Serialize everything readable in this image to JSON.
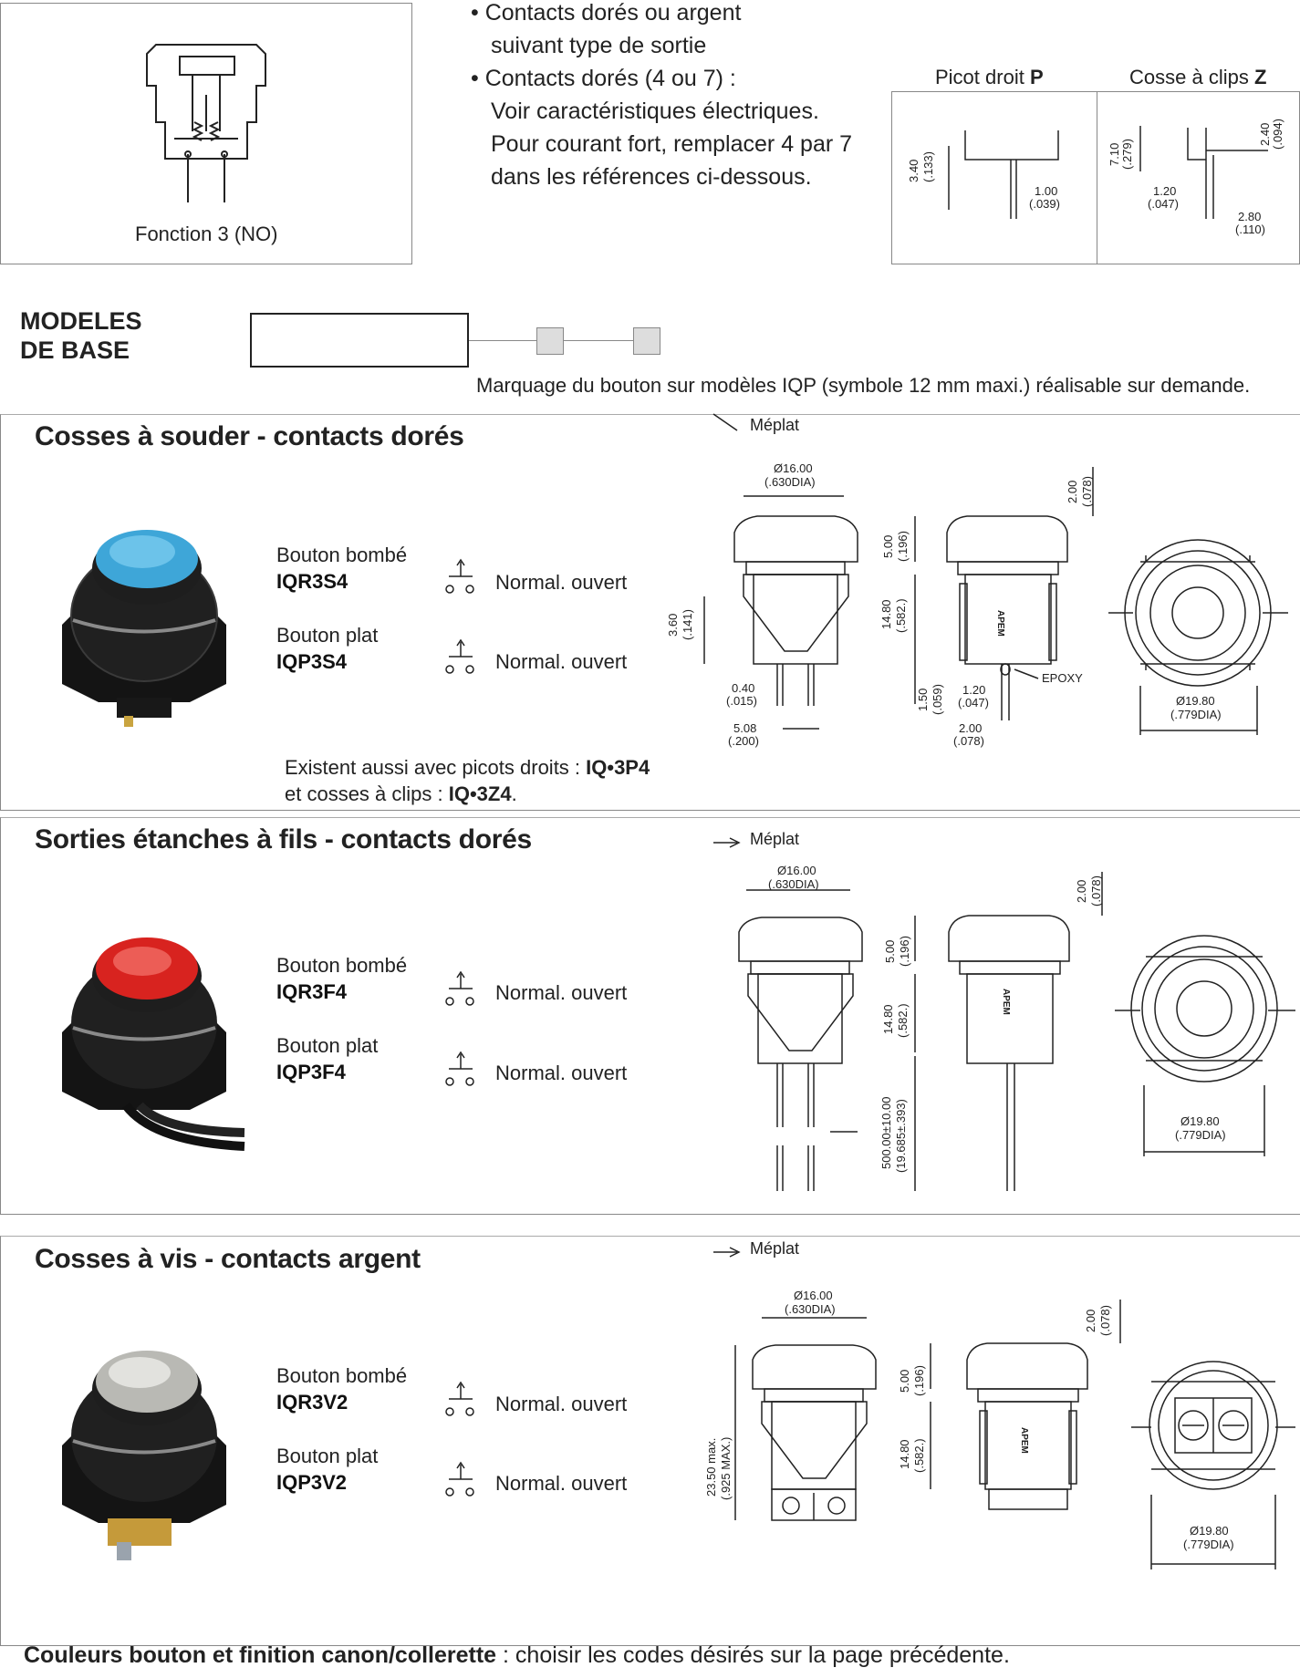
{
  "header": {
    "function_label": "Fonction 3 (NO)",
    "bullets": [
      "• Contacts dorés ou argent",
      "suivant type de sortie",
      "• Contacts dorés (4 ou 7) :",
      "Voir caractéristiques électriques.",
      "Pour courant fort, remplacer 4 par 7",
      "dans les références ci-dessous."
    ],
    "terminal_p_label": "Picot droit",
    "terminal_p_code": "P",
    "terminal_z_label": "Cosse à clips",
    "terminal_z_code": "Z",
    "p_dims": [
      "3.40",
      "(.133)",
      "1.00",
      "(.039)"
    ],
    "z_dims": [
      "7.10",
      "(.279)",
      "2.40",
      "(.094)",
      "1.20",
      "(.047)",
      "2.80",
      "(.110)"
    ]
  },
  "modeles": {
    "title_line1": "MODELES",
    "title_line2": "DE BASE",
    "marking_note": "Marquage du bouton sur modèles IQP (symbole 12 mm maxi.) réalisable sur demande."
  },
  "common": {
    "meplat": "Méplat",
    "dia_top": "Ø16.00",
    "dia_top_in": "(.630DIA)",
    "dia_bottom": "Ø19.80",
    "dia_bottom_in": "(.779DIA)",
    "h_2": "2.00",
    "h_2_in": "(.078)",
    "h_5": "5.00",
    "h_5_in": "(.196)",
    "h_14": "14.80",
    "h_14_in": "(.582.)",
    "brand": "APEM",
    "normally_open": "Normal. ouvert",
    "domed": "Bouton bombé",
    "flat": "Bouton plat"
  },
  "sections": [
    {
      "title": "Cosses à souder - contacts dorés",
      "domed_ref": "IQR3S4",
      "flat_ref": "IQP3S4",
      "cap_color": "#3ea6d8",
      "dims": {
        "d360": "3.60",
        "d360_in": "(.141)",
        "d040": "0.40",
        "d040_in": "(.015)",
        "d508": "5.08",
        "d508_in": "(.200)",
        "d150": "1.50",
        "d150_in": "(.059)",
        "d120": "1.20",
        "d120_in": "(.047)",
        "d200b": "2.00",
        "d200b_in": "(.078)",
        "epoxy": "EPOXY"
      },
      "note_line1_a": "Existent aussi avec picots droits  : ",
      "note_line1_b": "IQ•3P4",
      "note_line2_a": "et cosses à clips : ",
      "note_line2_b": "IQ•3Z4",
      "note_line2_c": "."
    },
    {
      "title": "Sorties étanches à fils - contacts dorés",
      "domed_ref": "IQR3F4",
      "flat_ref": "IQP3F4",
      "cap_color": "#d8231f",
      "dims": {
        "wire": "500.00±10.00",
        "wire_in": "(19.685±.393)"
      }
    },
    {
      "title": "Cosses à vis - contacts argent",
      "domed_ref": "IQR3V2",
      "flat_ref": "IQP3V2",
      "cap_color": "#b9b9b4",
      "dims": {
        "max": "23.50 max.",
        "max_in": "(.925 MAX.)"
      }
    }
  ],
  "footer": {
    "bold": "Couleurs bouton et finition canon/collerette",
    "rest": " : choisir les codes désirés sur la page précédente."
  }
}
